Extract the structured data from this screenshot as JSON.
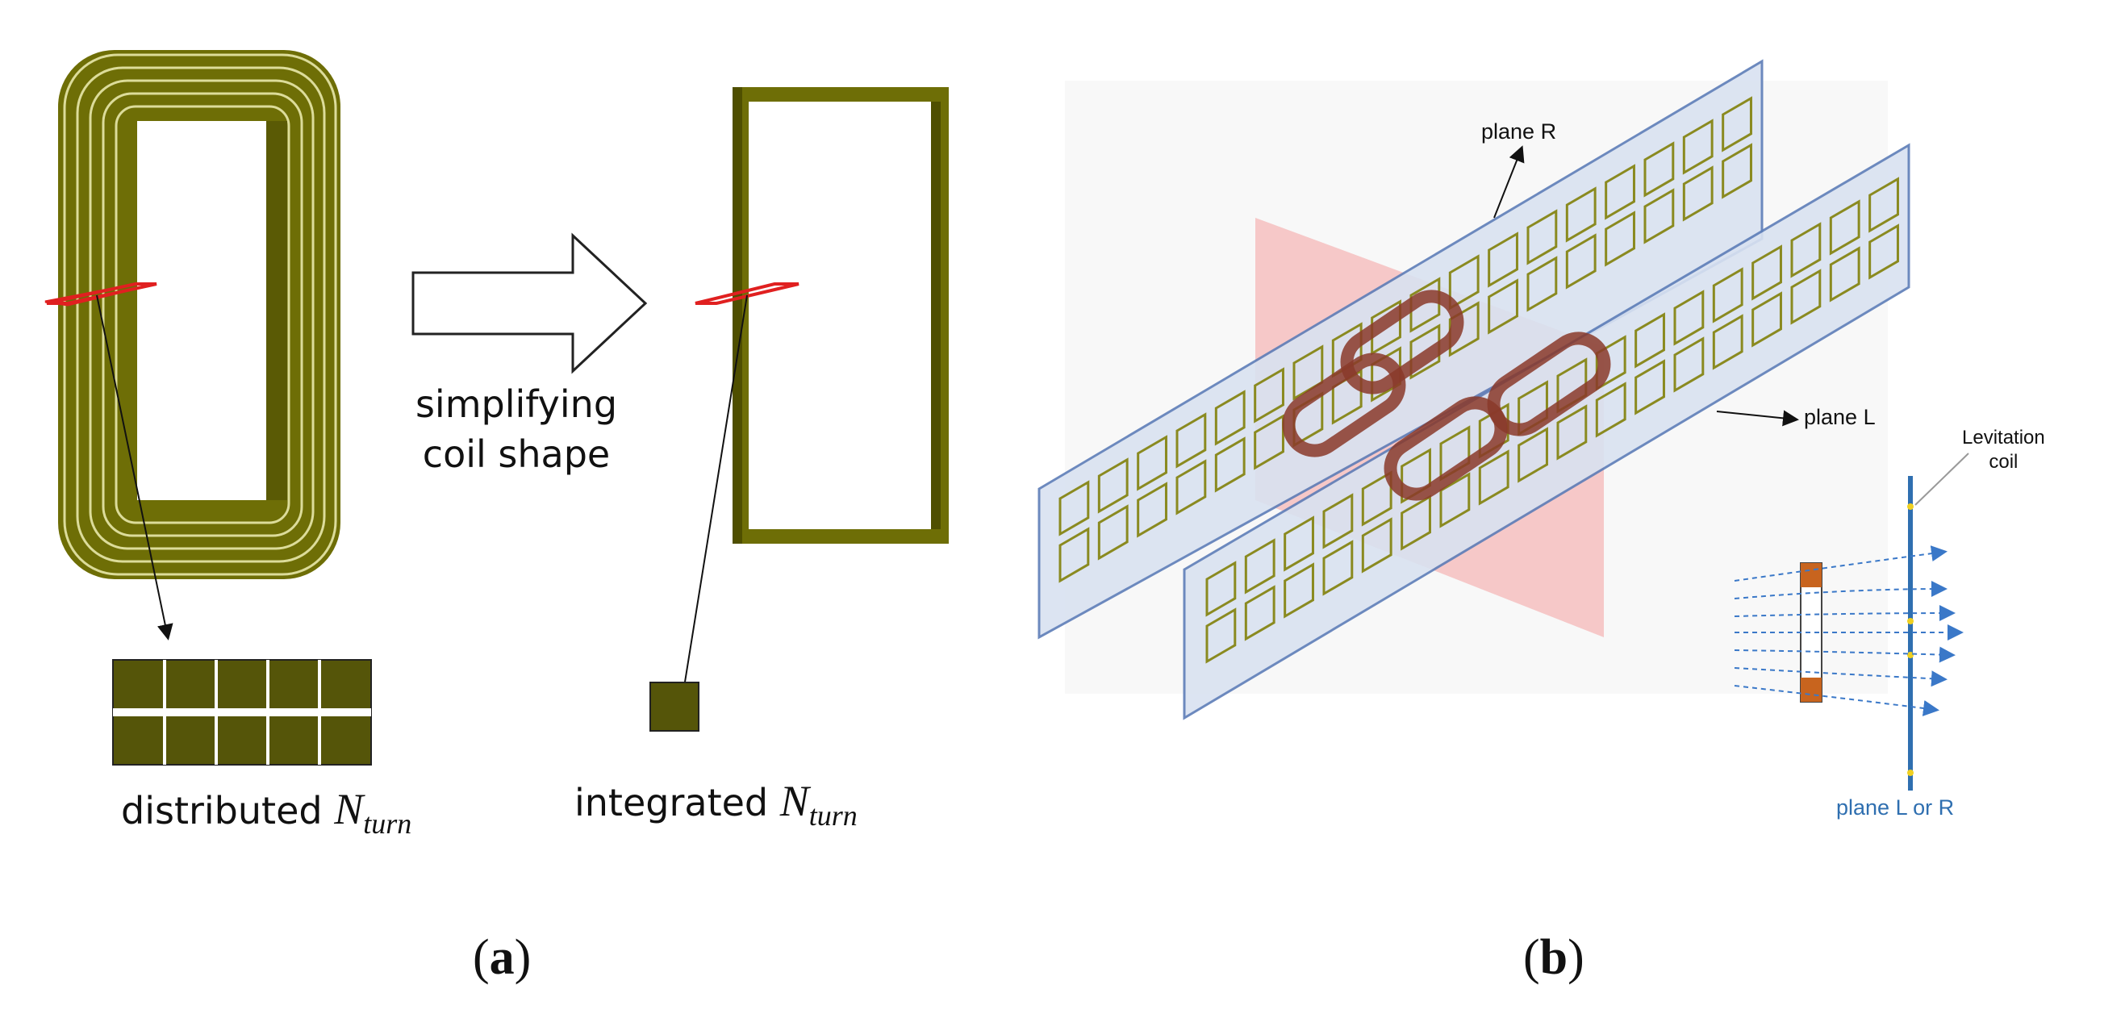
{
  "panel_a": {
    "label_distributed": "distributed",
    "label_integrated": "integrated",
    "n_symbol": "N",
    "n_subscript": "turn",
    "arrow_text_line1": "simplifying",
    "arrow_text_line2": "coil shape",
    "letter": "a"
  },
  "panel_b": {
    "plane_r_label": "plane R",
    "plane_l_label": "plane L",
    "levitation_line1": "Levitation",
    "levitation_line2": "coil",
    "plane_l_or_r": "plane L or R",
    "letter": "b"
  },
  "colors": {
    "coil_olive": "#7a7a05",
    "coil_dark": "#4f4f00",
    "section_fill": "#5a5a0a",
    "plane_fill": "#d9e2f1",
    "plane_stroke": "#5d7db8",
    "magnet_brown": "#8a3a2a",
    "red_plane": "#f4a0a0",
    "field_blue": "#3a78c8"
  },
  "icons": [
    "arrow-right-icon",
    "coil-icon",
    "magnet-icon"
  ]
}
